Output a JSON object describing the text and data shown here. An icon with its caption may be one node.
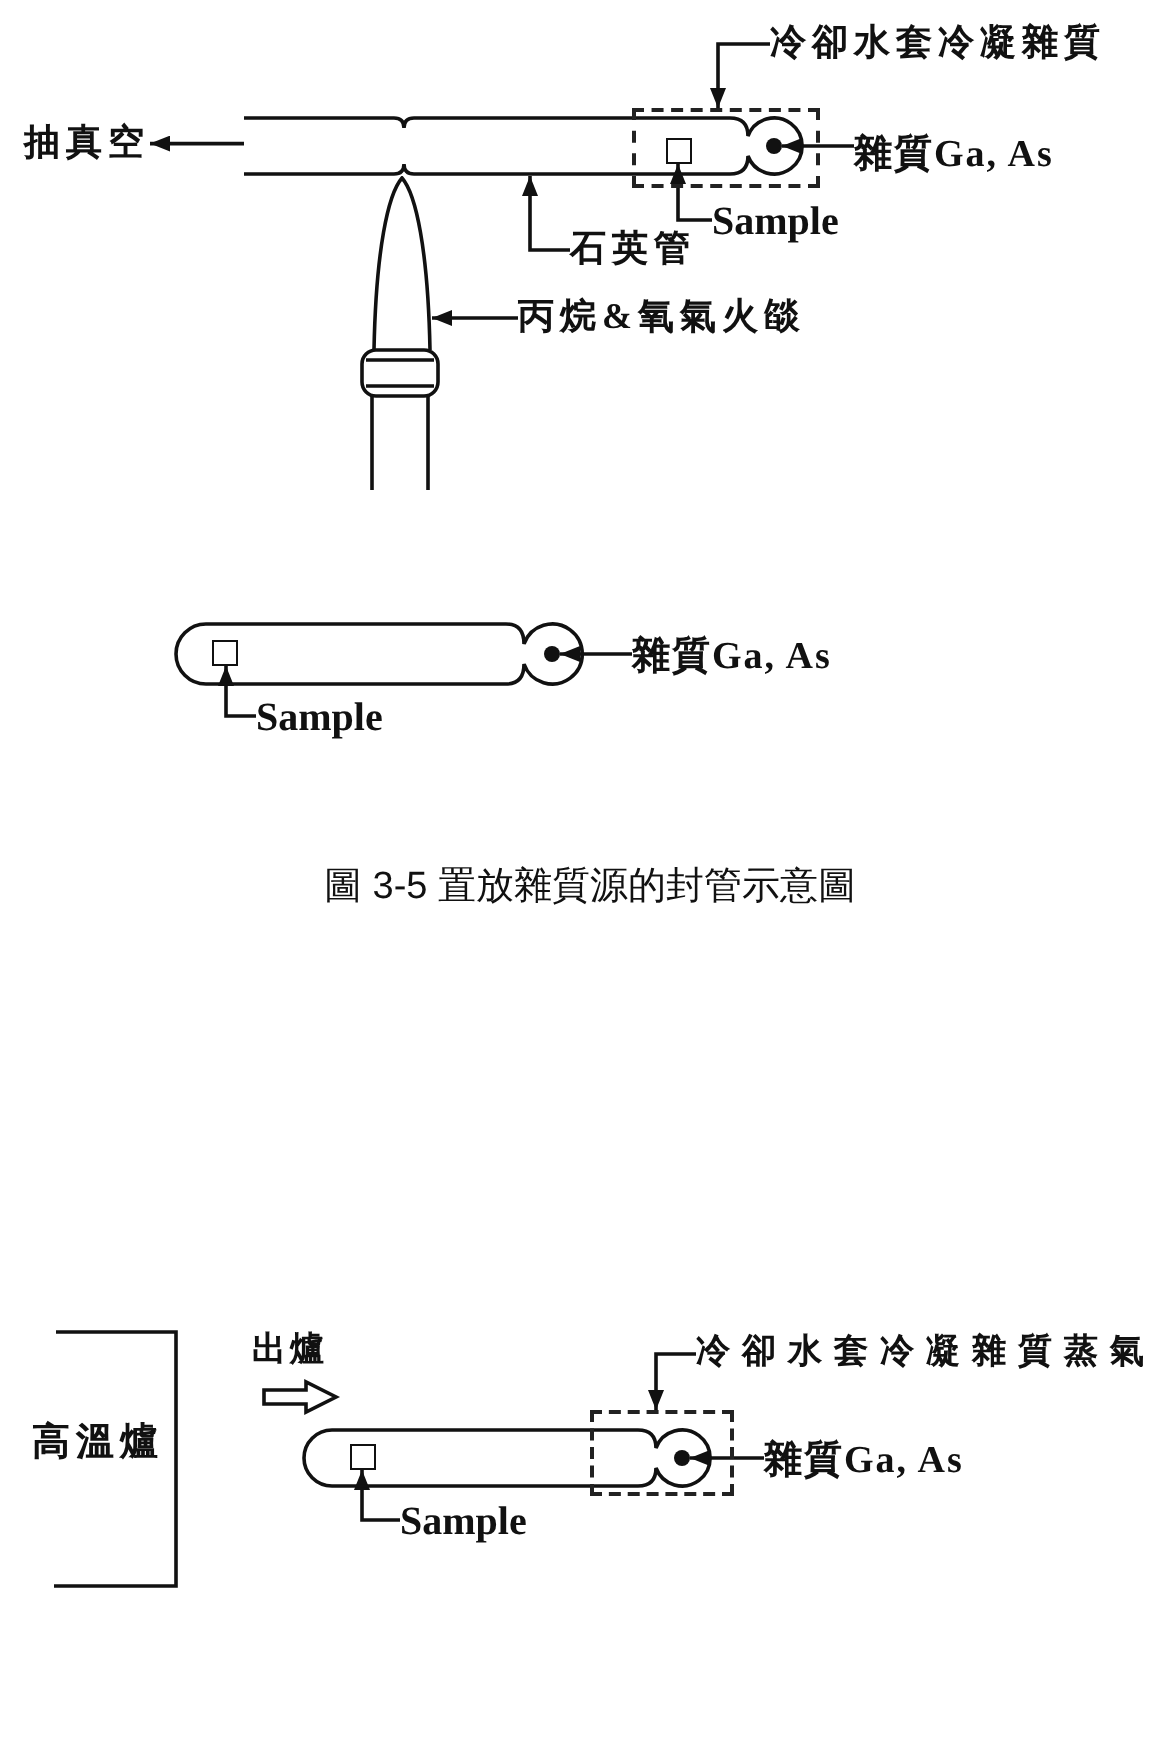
{
  "diagram": {
    "caption": "圖 3-5 置放雜質源的封管示意圖",
    "nodes": [
      {
        "text": [
          "抽真空"
        ]
      },
      {
        "text": [],
        "shape": "tube"
      },
      {
        "text": [],
        "shape": "box"
      },
      {
        "text": [],
        "shape": "box"
      },
      {
        "text": [],
        "shape": "circle"
      },
      {
        "text": [],
        "shape": "flame"
      },
      {
        "text": [
          "冷卻水套冷凝雜質"
        ]
      },
      {
        "text": [
          "雜質Ga, As"
        ]
      },
      {
        "text": [
          "Sample"
        ]
      },
      {
        "text": [
          "石英管"
        ]
      },
      {
        "text": [
          "丙烷&氧氣火燄"
        ]
      },
      {
        "text": [],
        "shape": "tube"
      },
      {
        "text": [],
        "shape": "box",
        "in": 11
      },
      {
        "text": [],
        "shape": "circle",
        "in": 11
      },
      {
        "text": [
          "雜質Ga, As"
        ]
      },
      {
        "text": [
          "Sample"
        ]
      },
      {
        "text": [
          "高溫爐"
        ]
      },
      {
        "text": [],
        "shape": "tube"
      },
      {
        "text": [],
        "shape": "box",
        "in": 17
      },
      {
        "text": [],
        "shape": "box"
      },
      {
        "text": [],
        "shape": "circle"
      },
      {
        "text": [
          "冷卻水套冷凝雜質蒸氣"
        ]
      },
      {
        "text": [
          "雜質Ga, As"
        ]
      },
      {
        "text": [
          "Sample"
        ]
      }
    ],
    "edges": [
      {
        "from": 1,
        "to": 0,
        "arrow": "to"
      },
      {
        "from": 6,
        "to": 2,
        "arrow": "to"
      },
      {
        "from": 7,
        "to": 4,
        "arrow": "to"
      },
      {
        "from": 8,
        "to": 3,
        "arrow": "to"
      },
      {
        "from": 9,
        "to": 1,
        "arrow": "to"
      },
      {
        "from": 10,
        "to": 5,
        "arrow": "to"
      },
      {
        "from": 14,
        "to": 13,
        "arrow": "to"
      },
      {
        "from": 15,
        "to": 12,
        "arrow": "to"
      },
      {
        "from": 21,
        "to": 19,
        "arrow": "to"
      },
      {
        "from": 22,
        "to": 20,
        "arrow": "to"
      },
      {
        "from": 23,
        "to": 18,
        "arrow": "to"
      }
    ],
    "labels": [
      "出爐"
    ]
  }
}
